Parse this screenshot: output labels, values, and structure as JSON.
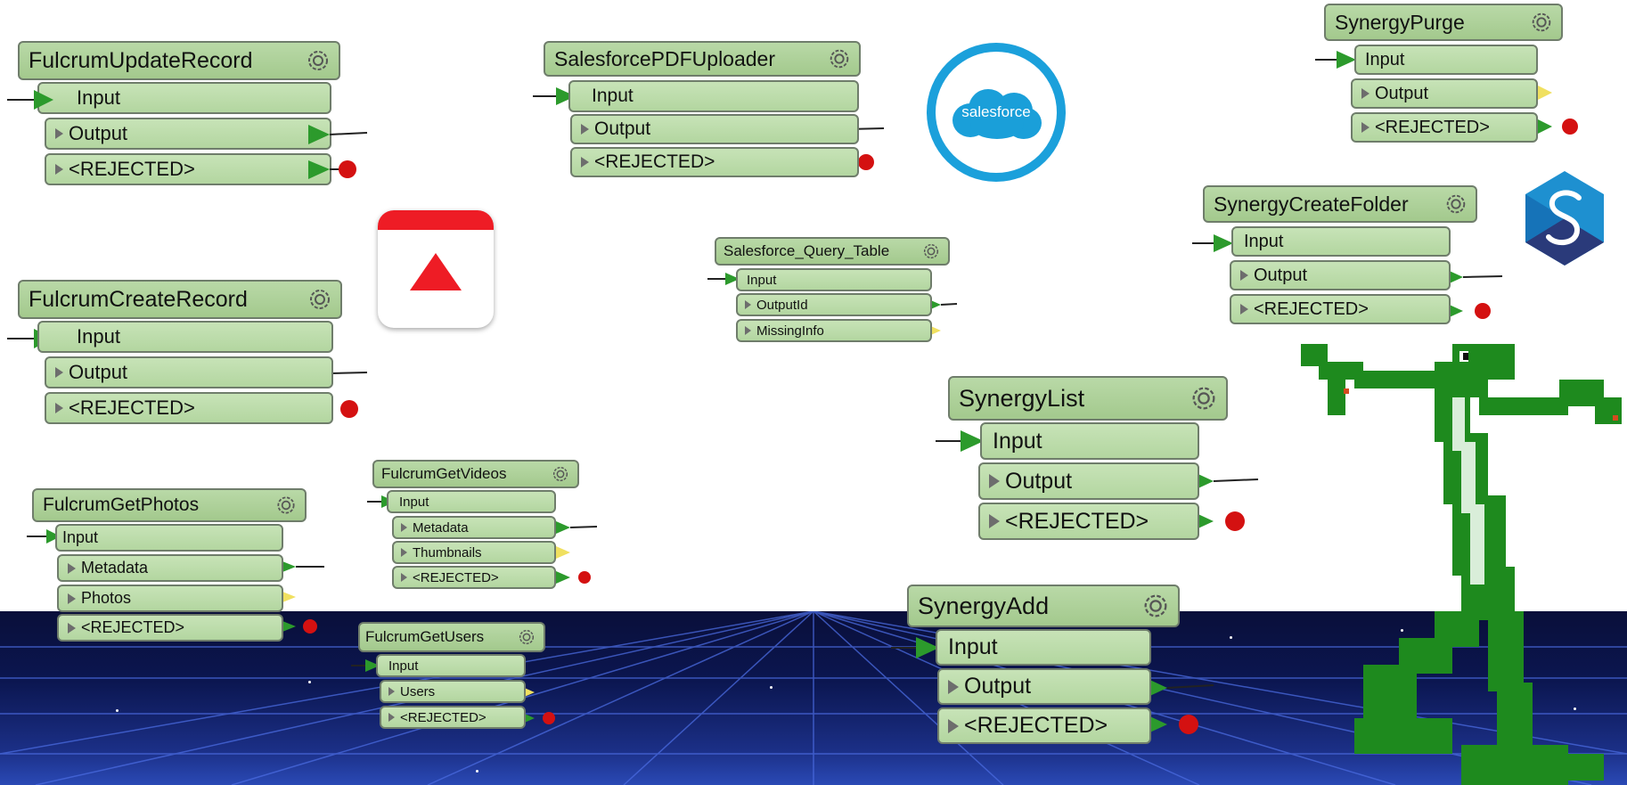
{
  "transformers": {
    "fulcrum_update_record": {
      "title": "FulcrumUpdateRecord",
      "ports": [
        "Input",
        "Output",
        "<REJECTED>"
      ]
    },
    "fulcrum_create_record": {
      "title": "FulcrumCreateRecord",
      "ports": [
        "Input",
        "Output",
        "<REJECTED>"
      ]
    },
    "fulcrum_get_photos": {
      "title": "FulcrumGetPhotos",
      "ports": [
        "Input",
        "Metadata",
        "Photos",
        "<REJECTED>"
      ]
    },
    "fulcrum_get_videos": {
      "title": "FulcrumGetVideos",
      "ports": [
        "Input",
        "Metadata",
        "Thumbnails",
        "<REJECTED>"
      ]
    },
    "fulcrum_get_users": {
      "title": "FulcrumGetUsers",
      "ports": [
        "Input",
        "Users",
        "<REJECTED>"
      ]
    },
    "salesforce_pdf_uploader": {
      "title": "SalesforcePDFUploader",
      "ports": [
        "Input",
        "Output",
        "<REJECTED>"
      ]
    },
    "salesforce_query_table": {
      "title": "Salesforce_Query_Table",
      "ports": [
        "Input",
        "OutputId",
        "MissingInfo"
      ]
    },
    "synergy_purge": {
      "title": "SynergyPurge",
      "ports": [
        "Input",
        "Output",
        "<REJECTED>"
      ]
    },
    "synergy_create_folder": {
      "title": "SynergyCreateFolder",
      "ports": [
        "Input",
        "Output",
        "<REJECTED>"
      ]
    },
    "synergy_list": {
      "title": "SynergyList",
      "ports": [
        "Input",
        "Output",
        "<REJECTED>"
      ]
    },
    "synergy_add": {
      "title": "SynergyAdd",
      "ports": [
        "Input",
        "Output",
        "<REJECTED>"
      ]
    }
  },
  "logos": {
    "salesforce_text": "salesforce"
  },
  "colors": {
    "node_fill": "#a3c98d",
    "connected_port": "#2c9a2c",
    "unconnected_port": "#f0e060",
    "rejected_port": "#d41111",
    "salesforce_blue": "#1ba0db",
    "fulcrum_red": "#ee1c25"
  }
}
